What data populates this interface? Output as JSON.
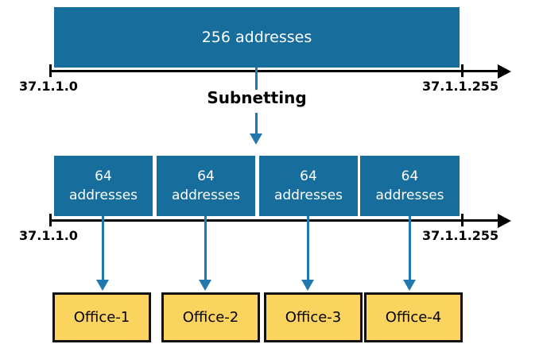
{
  "colors": {
    "network_block": "#176D9C",
    "arrow_blue": "#2178AC",
    "office_fill": "#FBD45F",
    "office_border": "#111111",
    "axis": "#000000",
    "block_text": "#FFFFFF"
  },
  "top_network": {
    "label": "256 addresses",
    "range_start": "37.1.1.0",
    "range_end": "37.1.1.255"
  },
  "process_label": "Subnetting",
  "subnet_row": {
    "range_start": "37.1.1.0",
    "range_end": "37.1.1.255",
    "blocks": [
      {
        "line1": "64",
        "line2": "addresses"
      },
      {
        "line1": "64",
        "line2": "addresses"
      },
      {
        "line1": "64",
        "line2": "addresses"
      },
      {
        "line1": "64",
        "line2": "addresses"
      }
    ]
  },
  "offices": [
    "Office-1",
    "Office-2",
    "Office-3",
    "Office-4"
  ]
}
